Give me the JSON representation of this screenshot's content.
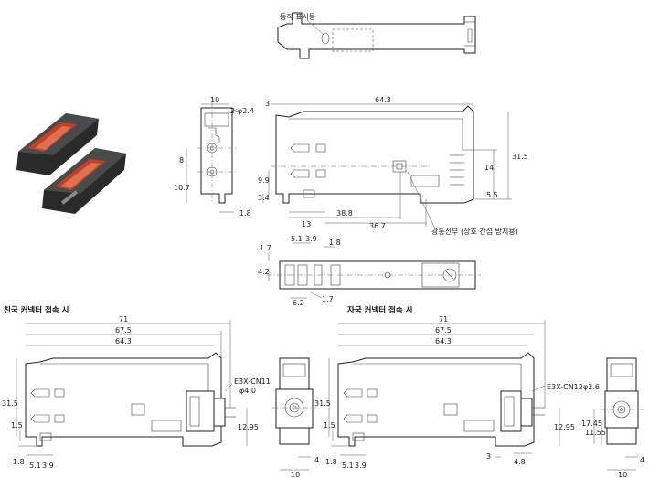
{
  "labels": {
    "op_indicator": "동작 표시등",
    "optical_axis": "광통신부 (상호 간섭 방지용)",
    "master_title": "친국 커넥터 접속 시",
    "slave_title": "자국 커넥터 접속 시",
    "master_conn": "E3X-CN11",
    "master_conn_dia": "φ4.0",
    "slave_conn": "E3X-CN12",
    "slave_conn_dia": "φ2.6",
    "hole": "2-φ2.4"
  },
  "dims": {
    "d10": "10",
    "d3": "3",
    "d64_3": "64.3",
    "d8": "8",
    "d10_7": "10.7",
    "d9_9": "9.9",
    "d3_4": "3.4",
    "d1_8": "1.8",
    "d13": "13",
    "d38_8": "38.8",
    "d36_7": "36.7",
    "d31_5": "31.5",
    "d14": "14",
    "d5_5": "5.5",
    "d5_1": "5.1",
    "d3_9": "3.9",
    "d1_7": "1.7",
    "d4_2": "4.2",
    "d6_2": "6.2",
    "d71": "71",
    "d67_5": "67.5",
    "d1_5": "1.5",
    "d12_95": "12.95",
    "d4": "4",
    "d4_8": "4.8",
    "d17_45": "17.45",
    "d11_55": "11.55"
  },
  "icons": [
    "photo-sensor-units"
  ]
}
